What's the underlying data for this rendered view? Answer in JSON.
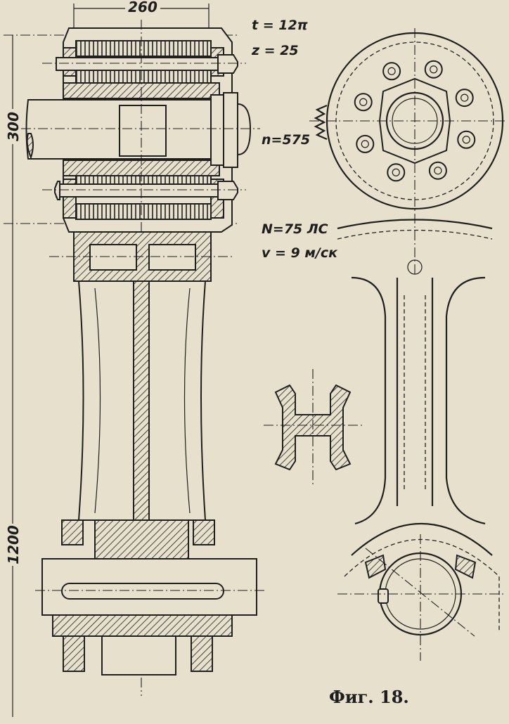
{
  "figure": {
    "caption": "Фиг. 18.",
    "dimensions": {
      "width_top": "260",
      "height_gear": "300",
      "length_rod": "1200"
    },
    "parameters": {
      "pitch": "t = 12π",
      "teeth": "z = 25",
      "speed": "n=575",
      "power": "N=75 ЛС",
      "velocity": "v = 9 м/ск"
    }
  }
}
